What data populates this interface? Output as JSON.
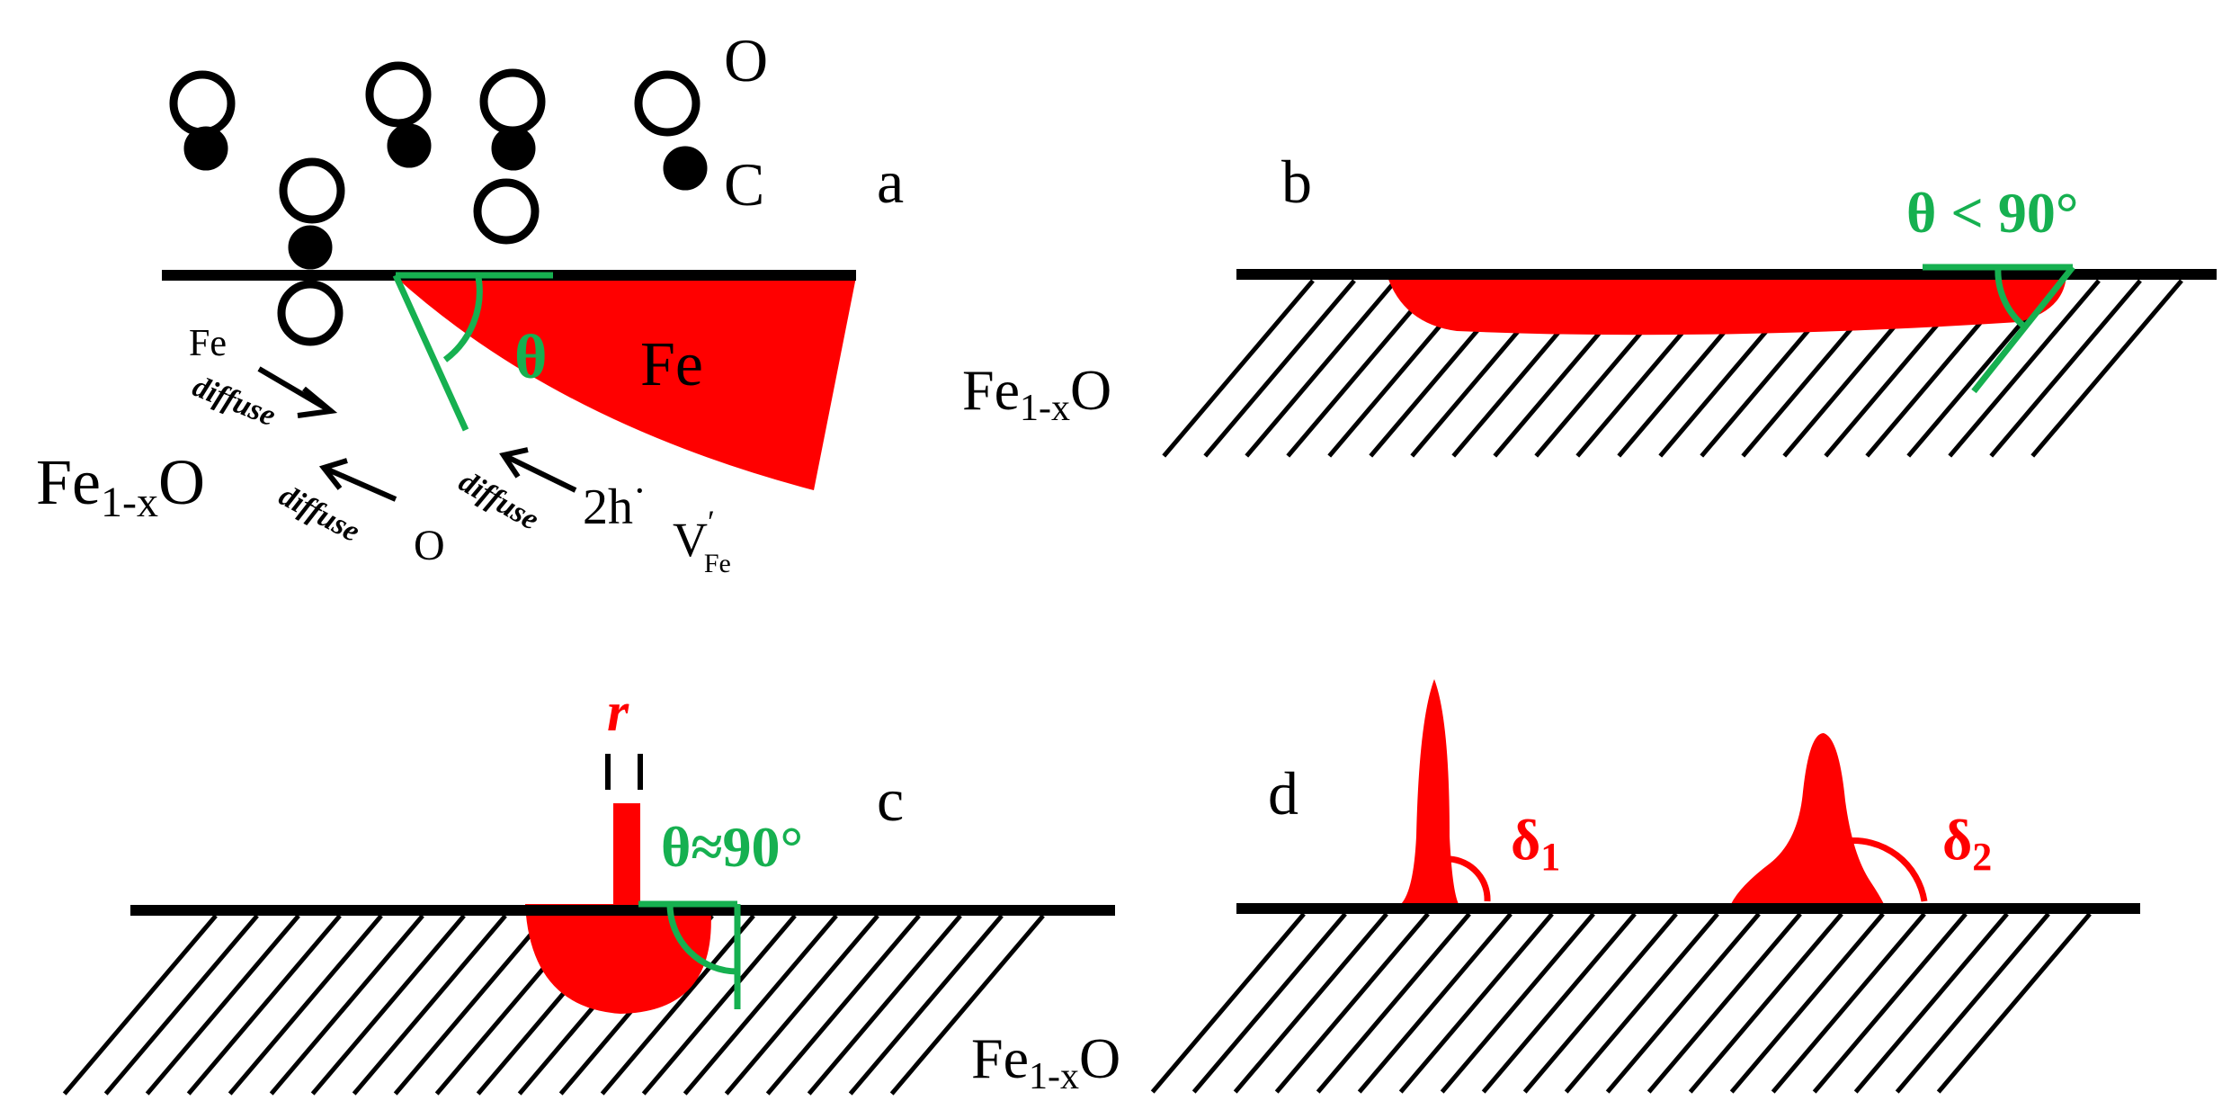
{
  "colors": {
    "ink": "#000000",
    "iron": "#ff0000",
    "angle": "#16b050"
  },
  "panels": {
    "a": {
      "letter": "a",
      "molecule_o": "O",
      "molecule_c": "C",
      "theta": "θ",
      "fe": "Fe",
      "oxide_main": "Fe",
      "oxide_sub": "1-x",
      "oxide_tail": "O",
      "fe_diffuse_fe": "Fe",
      "fe_diffuse_word": "diffuse",
      "o_diffuse_word": "diffuse",
      "o_diffuse_o": "O",
      "hole_diffuse_word": "diffuse",
      "holes_main": "2h",
      "holes_sup": "·",
      "vacancy_main": "V",
      "vacancy_sup": "′",
      "vacancy_sub": "Fe"
    },
    "b": {
      "letter": "b",
      "angle_label": "θ < 90°",
      "oxide_main": "Fe",
      "oxide_sub": "1-x",
      "oxide_tail": "O"
    },
    "c": {
      "letter": "c",
      "radius": "r",
      "angle_label": "θ≈90°",
      "oxide_main": "Fe",
      "oxide_sub": "1-x",
      "oxide_tail": "O"
    },
    "d": {
      "letter": "d",
      "delta1_main": "δ",
      "delta1_sub": "1",
      "delta2_main": "δ",
      "delta2_sub": "2"
    }
  }
}
